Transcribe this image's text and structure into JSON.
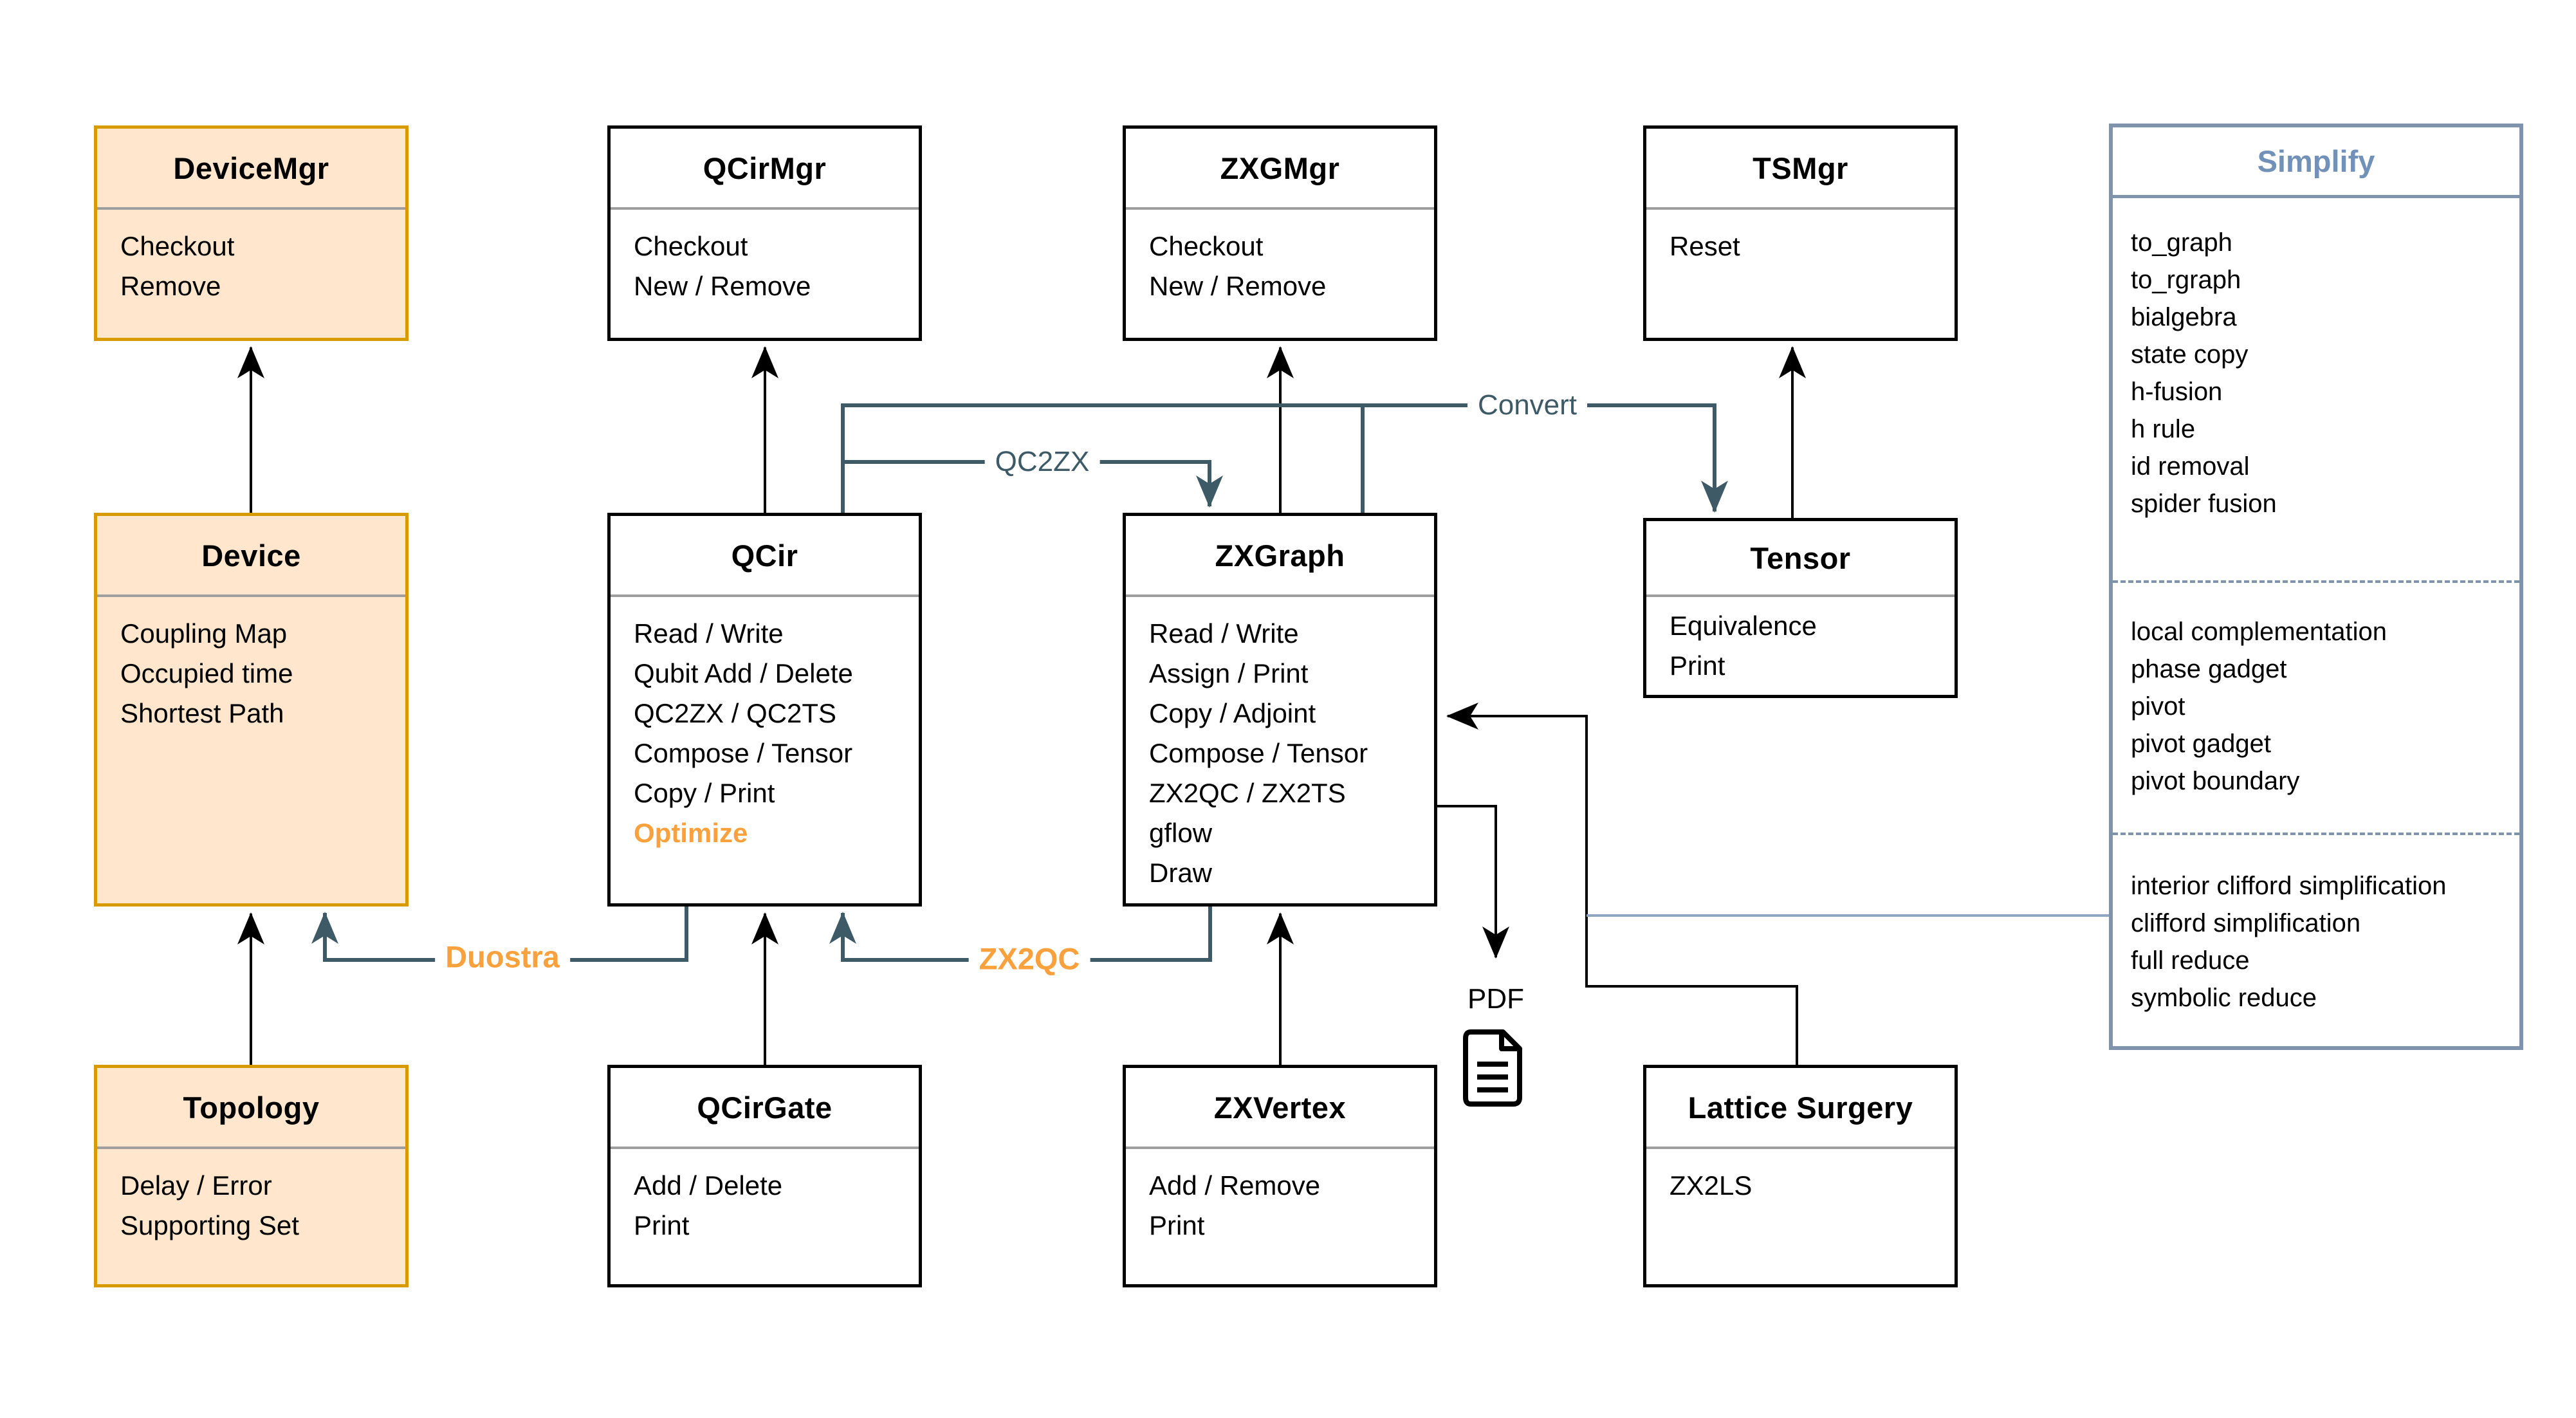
{
  "diagram_title": "",
  "colors": {
    "node_orange_fill": "#FFE6CC",
    "node_orange_border": "#D79B00",
    "accent_orange": "#F9A13C",
    "teal_line": "#3D5A66",
    "simplify_blue": "#7191B8",
    "simplify_border": "#8093AD",
    "black": "#000000"
  },
  "boxes": {
    "devicemgr": {
      "title": "DeviceMgr",
      "items": [
        "Checkout",
        "Remove"
      ]
    },
    "qcirmgr": {
      "title": "QCirMgr",
      "items": [
        "Checkout",
        "New / Remove"
      ]
    },
    "zxgmgr": {
      "title": "ZXGMgr",
      "items": [
        "Checkout",
        "New / Remove"
      ]
    },
    "tsmgr": {
      "title": "TSMgr",
      "items": [
        "Reset"
      ]
    },
    "device": {
      "title": "Device",
      "items": [
        "Coupling Map",
        "Occupied time",
        "Shortest Path"
      ]
    },
    "qcir": {
      "title": "QCir",
      "items": [
        "Read / Write",
        "Qubit Add / Delete",
        "QC2ZX / QC2TS",
        "Compose / Tensor",
        "Copy / Print",
        {
          "text": "Optimize",
          "accent": true
        }
      ]
    },
    "zxgraph": {
      "title": "ZXGraph",
      "items": [
        "Read / Write",
        "Assign / Print",
        "Copy / Adjoint",
        "Compose / Tensor",
        "ZX2QC / ZX2TS",
        "gflow",
        "Draw"
      ]
    },
    "tensor": {
      "title": "Tensor",
      "items": [
        "Equivalence",
        "Print"
      ]
    },
    "topology": {
      "title": "Topology",
      "items": [
        "Delay / Error",
        "Supporting Set"
      ]
    },
    "qcirgate": {
      "title": "QCirGate",
      "items": [
        "Add / Delete",
        "Print"
      ]
    },
    "zxvertex": {
      "title": "ZXVertex",
      "items": [
        "Add / Remove",
        "Print"
      ]
    },
    "lattice": {
      "title": "Lattice Surgery",
      "items": [
        "ZX2LS"
      ]
    }
  },
  "simplify": {
    "title": "Simplify",
    "groups": [
      [
        "to_graph",
        "to_rgraph",
        "bialgebra",
        "state copy",
        "h-fusion",
        "h rule",
        "id removal",
        "spider fusion"
      ],
      [
        "local complementation",
        "phase gadget",
        "pivot",
        "pivot gadget",
        "pivot boundary"
      ],
      [
        "interior clifford simplification",
        "clifford simplification",
        "full reduce",
        "symbolic reduce"
      ]
    ]
  },
  "edge_labels": {
    "qc2zx": "QC2ZX",
    "convert": "Convert",
    "duostra": "Duostra",
    "zx2qc": "ZX2QC",
    "pdf": "PDF"
  }
}
